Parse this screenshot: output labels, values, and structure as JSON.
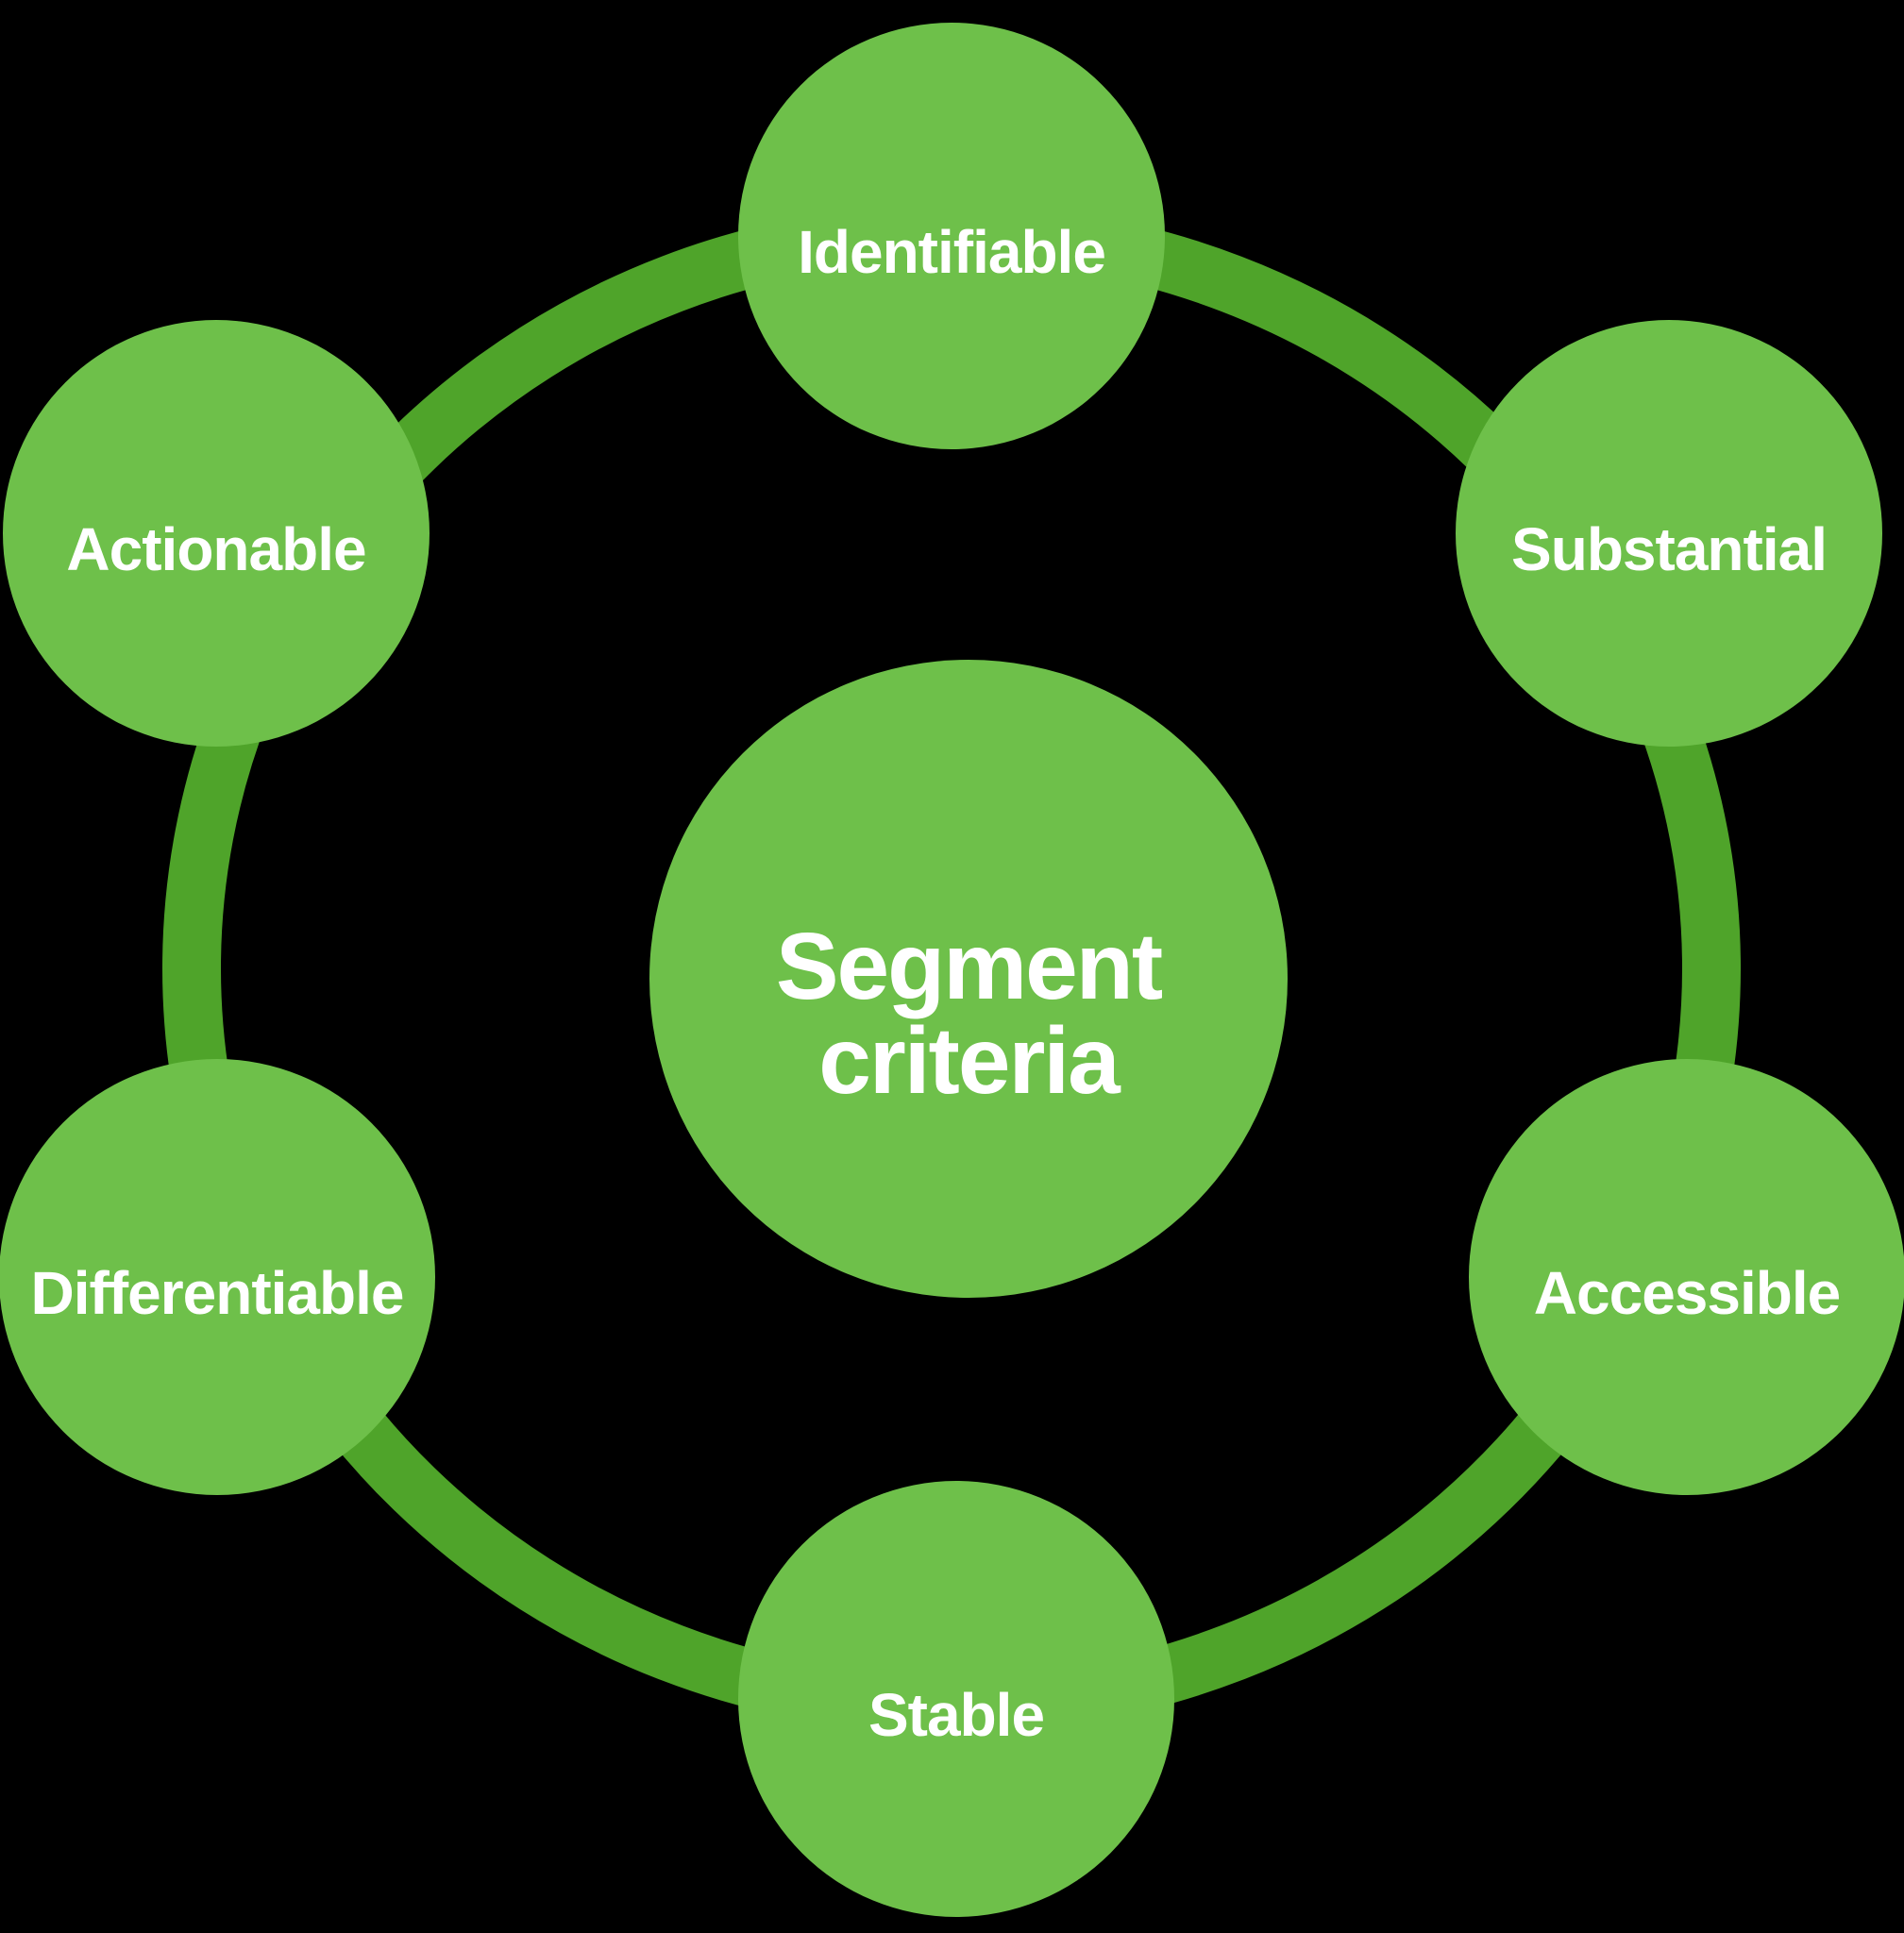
{
  "diagram": {
    "title": "Segment criteria",
    "center": {
      "label": "Segment criteria",
      "line1": "Segment",
      "line2": "criteria"
    },
    "nodes": [
      {
        "id": "identifiable",
        "label": "Identifiable",
        "position": "top"
      },
      {
        "id": "substantial",
        "label": "Substantial",
        "position": "top-right"
      },
      {
        "id": "accessible",
        "label": "Accessible",
        "position": "bottom-right"
      },
      {
        "id": "stable",
        "label": "Stable",
        "position": "bottom"
      },
      {
        "id": "differentiable",
        "label": "Differentiable",
        "position": "bottom-left"
      },
      {
        "id": "actionable",
        "label": "Actionable",
        "position": "top-left"
      }
    ],
    "colors": {
      "background": "#000000",
      "node_fill": "#6EC04A",
      "ring": "#4FA42A",
      "text": "#FFFFFF"
    }
  }
}
